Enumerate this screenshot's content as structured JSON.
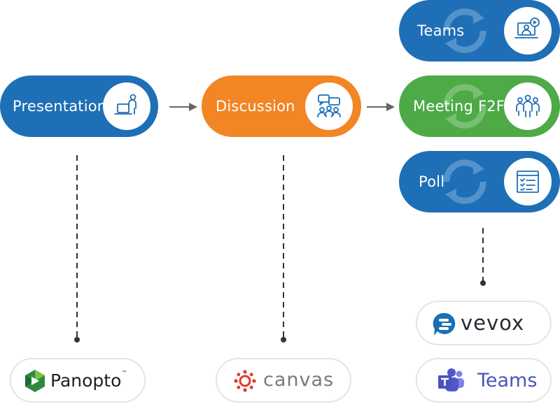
{
  "flow": {
    "presentation": {
      "label": "Presentation",
      "color": "#1e6fb6",
      "icon": "presenter-laptop-icon"
    },
    "discussion": {
      "label": "Discussion",
      "color": "#f28524",
      "icon": "discussion-group-icon"
    },
    "meeting": {
      "label": "Meeting F2F",
      "color": "#4daa47",
      "icon": "meeting-people-icon"
    },
    "teams": {
      "label": "Teams",
      "color": "#1e6fb6",
      "icon": "video-call-laptop-icon"
    },
    "poll": {
      "label": "Poll",
      "color": "#1e6fb6",
      "icon": "checklist-form-icon"
    }
  },
  "tools": {
    "panopto": {
      "name": "Panopto",
      "mark": "™",
      "color": "#1f1f1f",
      "brand_color": "#2e8b3d"
    },
    "canvas": {
      "name": "canvas",
      "color": "#7a7a7a",
      "brand_color": "#e03a2f"
    },
    "vevox": {
      "name": "vevox",
      "color": "#262b33",
      "brand_color": "#1a6fb5"
    },
    "teams": {
      "name": "Teams",
      "color": "#4b53bc",
      "brand_color": "#5059c9"
    }
  },
  "colors": {
    "arrow": "#666666",
    "dash": "#333333"
  }
}
